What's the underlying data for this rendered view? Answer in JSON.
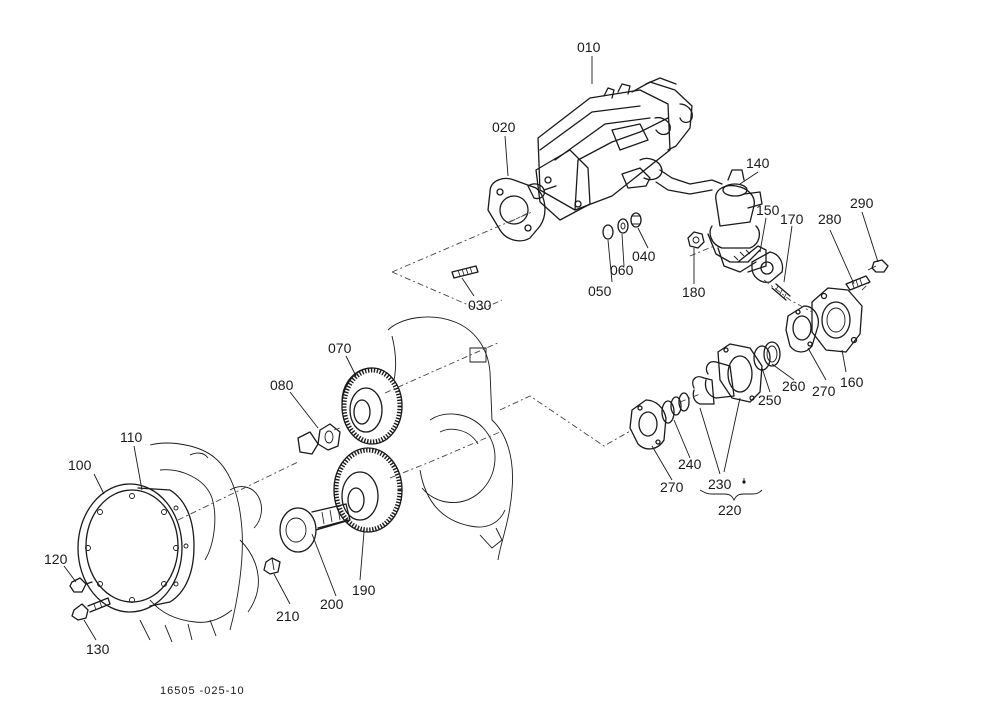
{
  "drawing_code": "16505 -025-10",
  "callouts": {
    "p010": "010",
    "p020": "020",
    "p030": "030",
    "p040": "040",
    "p050": "050",
    "p060": "060",
    "p070": "070",
    "p080": "080",
    "p100": "100",
    "p110": "110",
    "p120": "120",
    "p130": "130",
    "p140": "140",
    "p150": "150",
    "p160": "160",
    "p170": "170",
    "p180": "180",
    "p190": "190",
    "p200": "200",
    "p210": "210",
    "p220": "220",
    "p230": "230",
    "p240": "240",
    "p250": "250",
    "p260": "260",
    "p270a": "270",
    "p270b": "270",
    "p280": "280",
    "p290": "290"
  }
}
